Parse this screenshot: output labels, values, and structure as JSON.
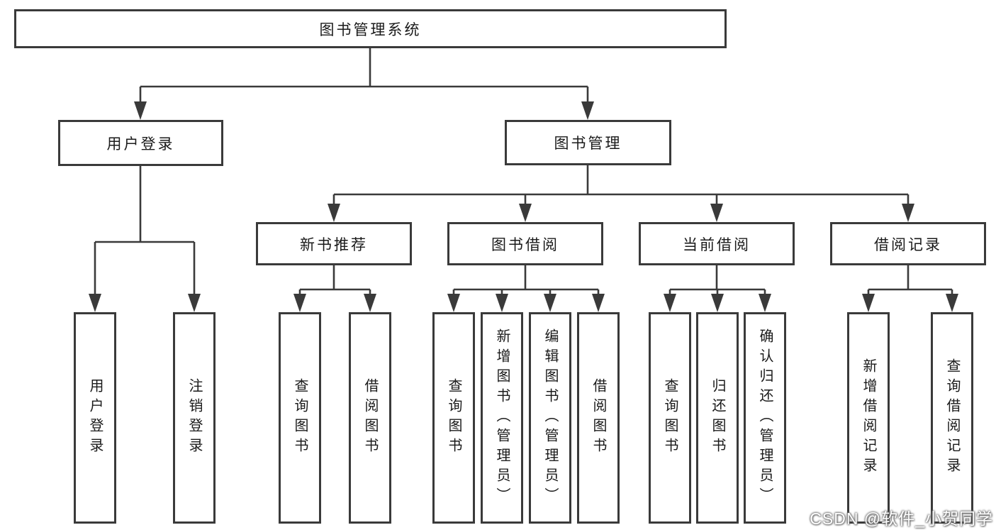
{
  "diagram": {
    "type": "hierarchy-tree",
    "title": "图书管理系统",
    "colors": {
      "background": "#ffffff",
      "line": "#3a3a3a",
      "box_border": "#3a3a3a",
      "text": "#1a1a1a",
      "watermark_fill": "#ffffff",
      "watermark_shadow": "#5a5a5a"
    },
    "nodes": {
      "root": {
        "label": "图书管理系统"
      },
      "user_login": {
        "label": "用户登录"
      },
      "book_management": {
        "label": "图书管理"
      },
      "new_book_recommend": {
        "label": "新书推荐"
      },
      "book_borrow": {
        "label": "图书借阅"
      },
      "current_borrow": {
        "label": "当前借阅"
      },
      "borrow_records": {
        "label": "借阅记录"
      },
      "leaf_user_login": {
        "label": "用户登录"
      },
      "leaf_logout": {
        "label": "注销登录"
      },
      "leaf_rec_query": {
        "label": "查询图书"
      },
      "leaf_rec_borrow": {
        "label": "借阅图书"
      },
      "leaf_bor_query": {
        "label": "查询图书"
      },
      "leaf_bor_add": {
        "label": "新增图书（管理员）"
      },
      "leaf_bor_edit": {
        "label": "编辑图书（管理员）"
      },
      "leaf_bor_borrow": {
        "label": "借阅图书"
      },
      "leaf_cur_query": {
        "label": "查询图书"
      },
      "leaf_cur_return": {
        "label": "归还图书"
      },
      "leaf_cur_confirm": {
        "label": "确认归还（管理员）"
      },
      "leaf_recs_add": {
        "label": "新增借阅记录"
      },
      "leaf_recs_query": {
        "label": "查询借阅记录"
      }
    },
    "hierarchy": {
      "图书管理系统": {
        "用户登录": [
          "用户登录",
          "注销登录"
        ],
        "图书管理": {
          "新书推荐": [
            "查询图书",
            "借阅图书"
          ],
          "图书借阅": [
            "查询图书",
            "新增图书（管理员）",
            "编辑图书（管理员）",
            "借阅图书"
          ],
          "当前借阅": [
            "查询图书",
            "归还图书",
            "确认归还（管理员）"
          ],
          "借阅记录": [
            "新增借阅记录",
            "查询借阅记录"
          ]
        }
      }
    },
    "watermark": {
      "text": "CSDN @软件_小贺同学"
    }
  }
}
